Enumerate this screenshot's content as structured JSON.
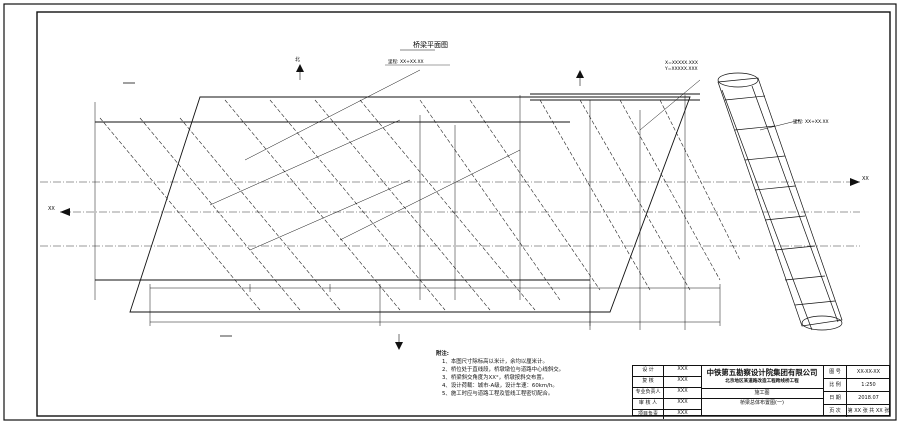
{
  "drawing": {
    "plan_title": "桥梁平面图",
    "station_top": "里程: XX+XX.XX",
    "station_bottom": "里程: XX+XX.XX",
    "coord_labels": [
      "X=XXXXX.XXX",
      "Y=XXXXX.XXX"
    ],
    "east_label": "XX",
    "west_label": "XX",
    "north_label": "北"
  },
  "notes": {
    "title": "附注:",
    "items": [
      "1、本图尺寸除标高以米计，余均以厘米计。",
      "2、桥位处于直线段，桥墩墩位与道路中心线斜交。",
      "3、桥梁斜交角度为XX°，桥墩按斜交布置。",
      "4、设计荷载：城市-A级，设计车速：60km/h。",
      "5、施工时应与道路工程及管线工程密切配合。"
    ]
  },
  "title_block": {
    "company": "中铁第五勘察设计院集团有限公司",
    "project": "北京地区某道路改造工程跨线桥工程",
    "stage": "施工图",
    "drawing_name": "桥梁总体布置图(一)",
    "roles": [
      {
        "role": "设 计",
        "name": "XXX"
      },
      {
        "role": "复 核",
        "name": "XXX"
      },
      {
        "role": "专业负责人",
        "name": "XXX"
      },
      {
        "role": "审 核 人",
        "name": "XXX"
      },
      {
        "role": "项目负责",
        "name": "XXX"
      }
    ],
    "fields": [
      {
        "label": "图 号",
        "value": "XX-XX-XX"
      },
      {
        "label": "比 例",
        "value": "1:250"
      },
      {
        "label": "日 期",
        "value": "2018.07"
      },
      {
        "label": "页 次",
        "value": "第 XX 张  共 XX 张"
      }
    ]
  }
}
